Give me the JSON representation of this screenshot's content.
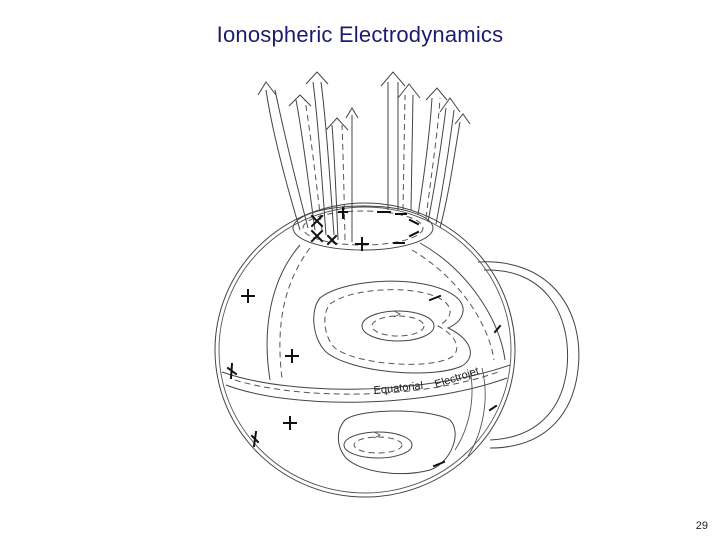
{
  "slide": {
    "title": "Ionospheric Electrodynamics",
    "page_number": "29"
  },
  "diagram": {
    "equatorial_label": "Equatorial",
    "electrojet_label": "Electrojet"
  }
}
